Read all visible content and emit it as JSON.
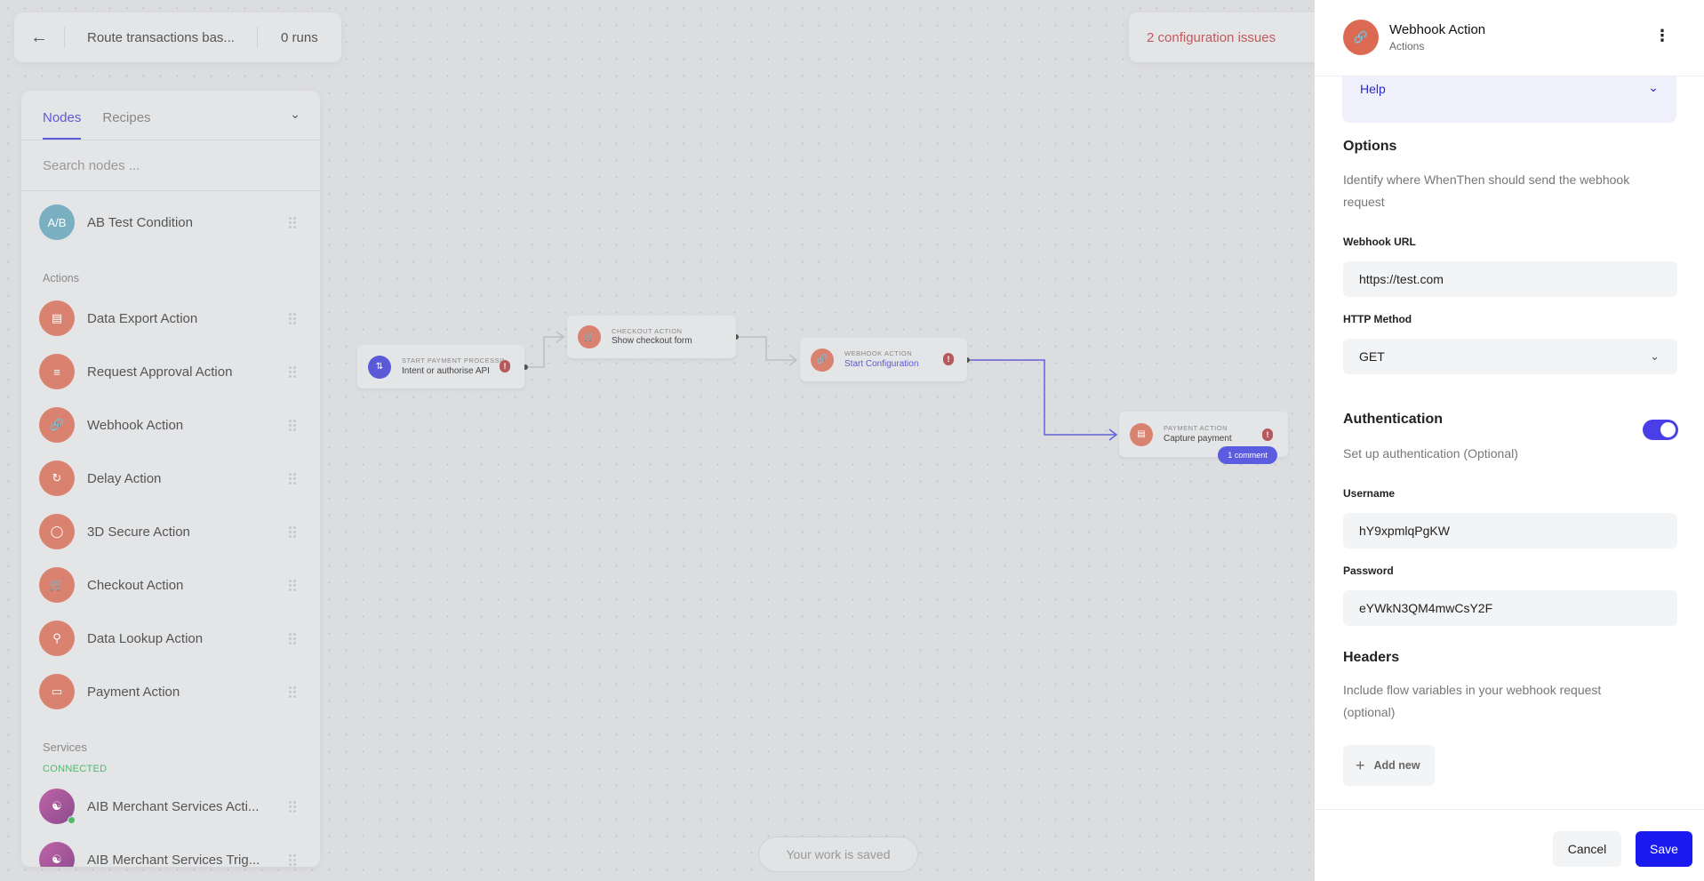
{
  "topbar": {
    "back_icon": "arrow-left-icon",
    "title": "Route transactions bas...",
    "runs": "0 runs"
  },
  "issues": "2 configuration issues",
  "left_panel": {
    "tabs": [
      {
        "label": "Nodes",
        "active": true
      },
      {
        "label": "Recipes",
        "active": false
      }
    ],
    "search_placeholder": "Search nodes ...",
    "conditions": [
      {
        "label": "AB Test Condition",
        "icon_text": "A/B"
      }
    ],
    "actions_label": "Actions",
    "actions": [
      {
        "label": "Data Export Action",
        "icon": "document-icon"
      },
      {
        "label": "Request Approval Action",
        "icon": "filter-icon"
      },
      {
        "label": "Webhook Action",
        "icon": "link-icon"
      },
      {
        "label": "Delay Action",
        "icon": "clock-icon"
      },
      {
        "label": "3D Secure Action",
        "icon": "shield-icon"
      },
      {
        "label": "Checkout Action",
        "icon": "cart-icon"
      },
      {
        "label": "Data Lookup Action",
        "icon": "search-icon"
      },
      {
        "label": "Payment Action",
        "icon": "card-icon"
      }
    ],
    "services_label": "Services",
    "connected_label": "CONNECTED",
    "services": [
      {
        "label": "AIB Merchant Services Acti..."
      },
      {
        "label": "AIB Merchant Services Trig..."
      }
    ]
  },
  "flow": {
    "nodes": [
      {
        "kind": "START PAYMENT PROCESSING",
        "label": "Intent or authorise API",
        "warning": true
      },
      {
        "kind": "CHECKOUT ACTION",
        "label": "Show checkout form",
        "warning": false
      },
      {
        "kind": "WEBHOOK ACTION",
        "label": "Start Configuration",
        "warning": true
      },
      {
        "kind": "PAYMENT ACTION",
        "label": "Capture payment",
        "warning": true
      }
    ],
    "comment_badge": "1 comment",
    "save_status": "Your work is saved"
  },
  "panel": {
    "title": "Webhook Action",
    "subtitle": "Actions",
    "icon": "link-icon",
    "help": "Help",
    "options_heading": "Options",
    "options_desc": "Identify where WhenThen should send the webhook request",
    "webhook_url_label": "Webhook URL",
    "webhook_url": "https://test.com",
    "http_method_label": "HTTP Method",
    "http_method": "GET",
    "auth_heading": "Authentication",
    "auth_desc": "Set up authentication (Optional)",
    "auth_enabled": true,
    "username_label": "Username",
    "username": "hY9xpmlqPgKW",
    "password_label": "Password",
    "password": "eYWkN3QM4mwCsY2F",
    "headers_heading": "Headers",
    "headers_desc": "Include flow variables in your webhook request (optional)",
    "add_new": "Add new",
    "cancel": "Cancel",
    "save": "Save"
  },
  "colors": {
    "accent": "#5a5ad8",
    "action": "#d9826f",
    "save": "#1a1aef",
    "error": "#c0595c",
    "connected": "#4cbb6a"
  }
}
